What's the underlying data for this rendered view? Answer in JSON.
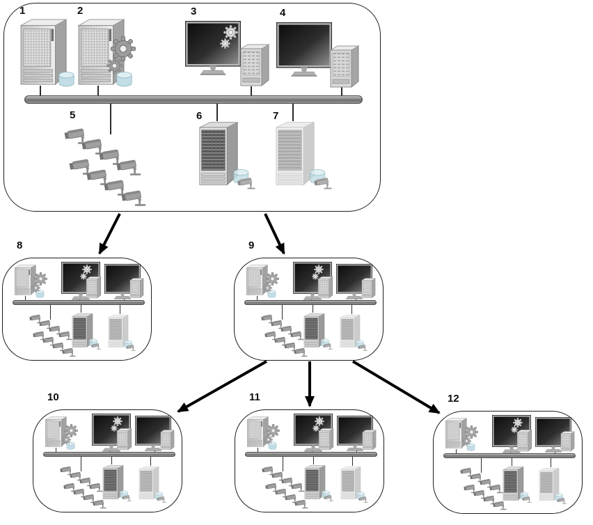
{
  "diagram": {
    "type": "video-surveillance-system-topology",
    "main_site": {
      "devices": [
        {
          "label": "1",
          "type": "management-server-with-database"
        },
        {
          "label": "2",
          "type": "server-with-gears-and-database"
        },
        {
          "label": "3",
          "type": "operator-workstation-with-gears"
        },
        {
          "label": "4",
          "type": "operator-workstation"
        },
        {
          "label": "5",
          "type": "camera-group"
        },
        {
          "label": "6",
          "type": "recording-server-with-video-database"
        },
        {
          "label": "7",
          "type": "failover-recording-server-with-video-database"
        }
      ],
      "camera_count": 8
    },
    "remote_sites": [
      {
        "label": "8"
      },
      {
        "label": "9"
      },
      {
        "label": "10"
      },
      {
        "label": "11"
      },
      {
        "label": "12"
      }
    ],
    "connections": [
      {
        "from": "main-site",
        "to": "site-8"
      },
      {
        "from": "main-site",
        "to": "site-9"
      },
      {
        "from": "site-9",
        "to": "site-10"
      },
      {
        "from": "site-9",
        "to": "site-11"
      },
      {
        "from": "site-9",
        "to": "site-12"
      }
    ],
    "colors": {
      "background": "#ffffff",
      "outline": "#1c1c1c",
      "arrow": "#000000",
      "bus_gray": "#7d7d7d",
      "device_gray": "#b5b5b5",
      "screen_dark": "#161616",
      "database_blue": "#c6dfe7"
    }
  }
}
